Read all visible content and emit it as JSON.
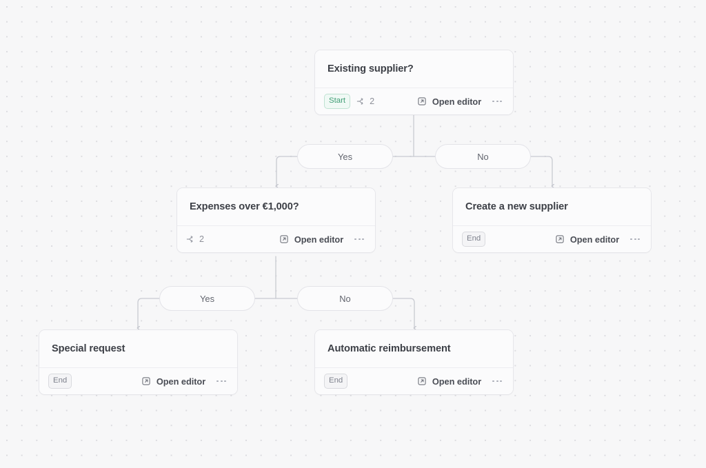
{
  "canvas": {
    "background_color": "#f7f7f8",
    "grid_dot_color": "#dcdce0",
    "edge_color": "#c8cad1"
  },
  "labels": {
    "open_editor": "Open editor",
    "more_options": "More options",
    "badge_start": "Start",
    "badge_end": "End"
  },
  "nodes": [
    {
      "id": "existing-supplier",
      "title": "Existing supplier?",
      "badge": "Start",
      "badge_type": "start",
      "branch_count": "2",
      "open_editor": "Open editor"
    },
    {
      "id": "expenses-over-1000",
      "title": "Expenses over €1,000?",
      "badge": null,
      "badge_type": null,
      "branch_count": "2",
      "open_editor": "Open editor"
    },
    {
      "id": "create-new-supplier",
      "title": "Create a new supplier",
      "badge": "End",
      "badge_type": "end",
      "branch_count": null,
      "open_editor": "Open editor"
    },
    {
      "id": "special-request",
      "title": "Special request",
      "badge": "End",
      "badge_type": "end",
      "branch_count": null,
      "open_editor": "Open editor"
    },
    {
      "id": "automatic-reimbursement",
      "title": "Automatic reimbursement",
      "badge": "End",
      "badge_type": "end",
      "branch_count": null,
      "open_editor": "Open editor"
    }
  ],
  "edge_labels": [
    {
      "id": "branch-1-yes",
      "text": "Yes"
    },
    {
      "id": "branch-1-no",
      "text": "No"
    },
    {
      "id": "branch-2-yes",
      "text": "Yes"
    },
    {
      "id": "branch-2-no",
      "text": "No"
    }
  ]
}
